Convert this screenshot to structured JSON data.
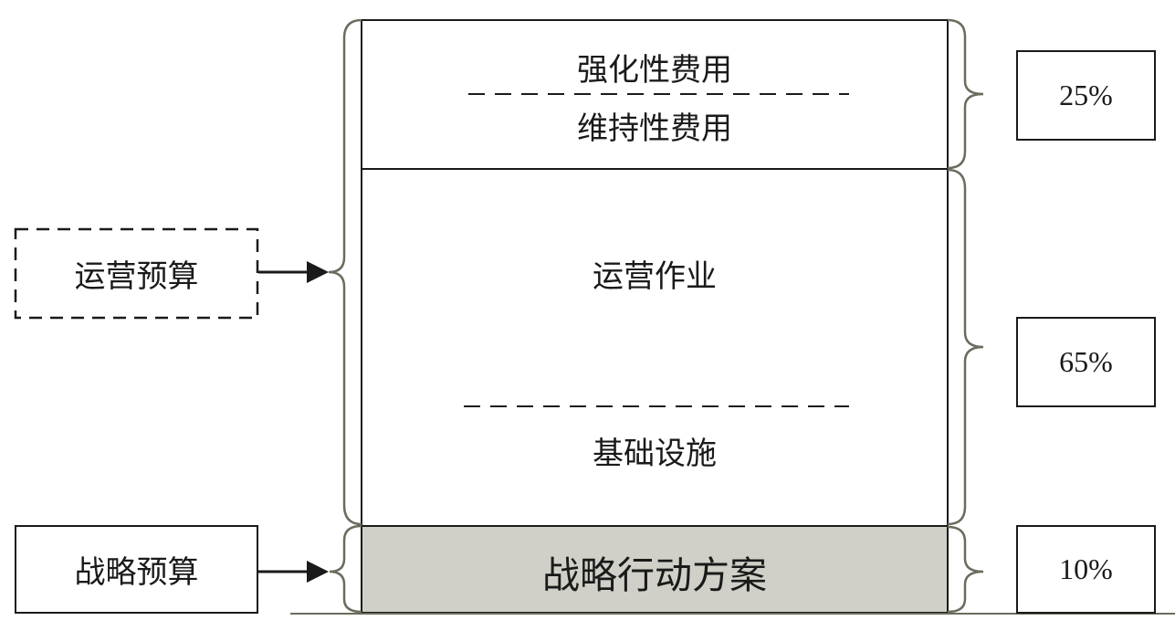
{
  "left_labels": {
    "operating_budget": "运营预算",
    "strategic_budget": "战略预算"
  },
  "blocks": {
    "top_upper": "强化性费用",
    "top_lower": "维持性费用",
    "middle_upper": "运营作业",
    "middle_lower": "基础设施",
    "bottom": "战略行动方案"
  },
  "percentages": {
    "top": "25%",
    "middle": "65%",
    "bottom": "10%"
  },
  "colors": {
    "line": "#1a1a1a",
    "brace": "#6b6b5e",
    "strategy_fill": "#d0d0c8"
  }
}
